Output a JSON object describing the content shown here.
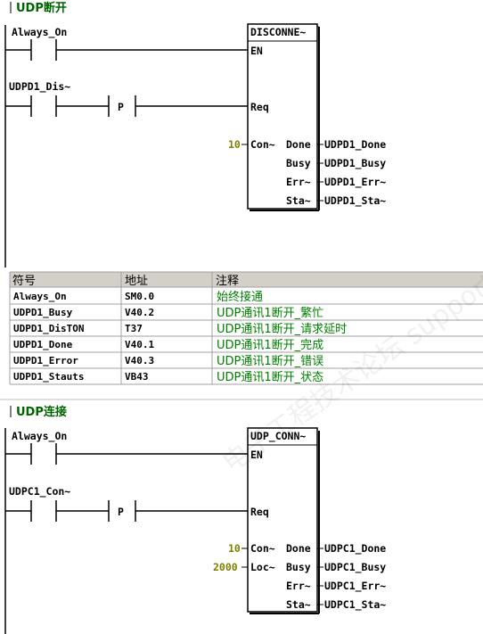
{
  "network1": {
    "title": "UDP断开",
    "contact1": "Always_On",
    "contact2": "UDPD1_Dis~",
    "edge": "P",
    "block": {
      "name": "DISCONNE~",
      "en": "EN",
      "req": "Req",
      "con_value": "10",
      "con_pin": "Con~",
      "outputs": [
        {
          "pin": "Done",
          "var": "UDPD1_Done"
        },
        {
          "pin": "Busy",
          "var": "UDPD1_Busy"
        },
        {
          "pin": "Err~",
          "var": "UDPD1_Err~"
        },
        {
          "pin": "Sta~",
          "var": "UDPD1_Sta~"
        }
      ]
    }
  },
  "symbol_table": {
    "headers": [
      "符号",
      "地址",
      "注释"
    ],
    "rows": [
      {
        "symbol": "Always_On",
        "address": "SM0.0",
        "comment": "始终接通"
      },
      {
        "symbol": "UDPD1_Busy",
        "address": "V40.2",
        "comment": "UDP通讯1断开_繁忙"
      },
      {
        "symbol": "UDPD1_DisTON",
        "address": "T37",
        "comment": "UDP通讯1断开_请求延时"
      },
      {
        "symbol": "UDPD1_Done",
        "address": "V40.1",
        "comment": "UDP通讯1断开_完成"
      },
      {
        "symbol": "UDPD1_Error",
        "address": "V40.3",
        "comment": "UDP通讯1断开_错误"
      },
      {
        "symbol": "UDPD1_Stauts",
        "address": "VB43",
        "comment": "UDP通讯1断开_状态"
      }
    ]
  },
  "network2": {
    "title": "UDP连接",
    "contact1": "Always_On",
    "contact2": "UDPC1_Con~",
    "edge": "P",
    "block": {
      "name": "UDP_CONN~",
      "en": "EN",
      "req": "Req",
      "inputs": [
        {
          "value": "10",
          "pin": "Con~"
        },
        {
          "value": "2000",
          "pin": "Loc~"
        }
      ],
      "outputs": [
        {
          "pin": "Done",
          "var": "UDPC1_Done"
        },
        {
          "pin": "Busy",
          "var": "UDPC1_Busy"
        },
        {
          "pin": "Err~",
          "var": "UDPC1_Err~"
        },
        {
          "pin": "Sta~",
          "var": "UDPC1_Sta~"
        }
      ]
    }
  },
  "watermark": "电子工程技术论坛 support.industry.siemens.com/cs",
  "colors": {
    "comment_green": "#008000",
    "title_green": "#006400",
    "const_olive": "#808000",
    "grid_gray": "#a0a0a0"
  }
}
